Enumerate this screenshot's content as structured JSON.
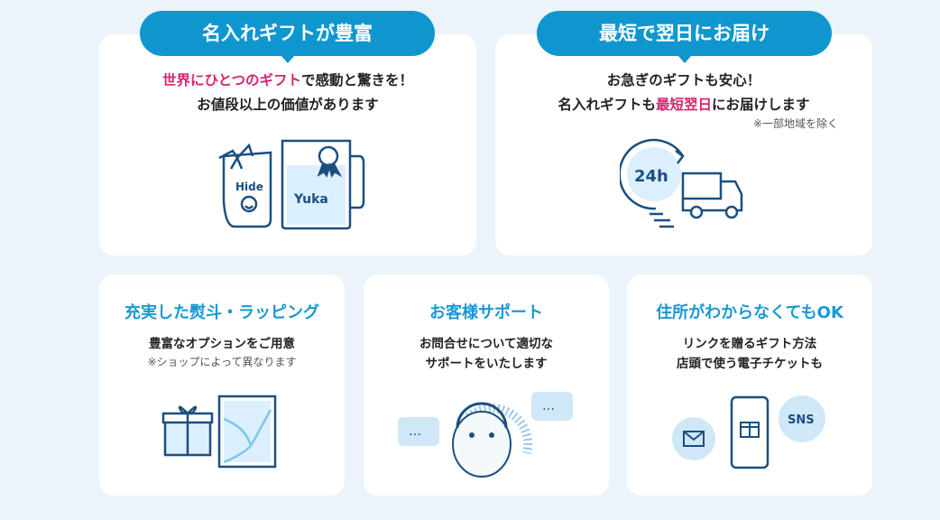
{
  "top_cards": [
    {
      "pill": "名入れギフトが豊富",
      "line1_highlight": "世界にひとつのギフト",
      "line1_rest": "で感動と驚きを！",
      "line2": "お値段以上の価値があります",
      "mug_names": [
        "Hide",
        "Yuka"
      ]
    },
    {
      "pill": "最短で翌日にお届け",
      "line1": "お急ぎのギフトも安心！",
      "line2_pre": "名入れギフトも",
      "line2_highlight": "最短翌日",
      "line2_post": "にお届けします",
      "note": "※一部地域を除く",
      "badge": "24h"
    }
  ],
  "bottom_cards": [
    {
      "title": "充実した熨斗・ラッピング",
      "line1": "豊富なオプションをご用意",
      "note": "※ショップによって異なります"
    },
    {
      "title": "お客様サポート",
      "line1": "お問合せについて適切な",
      "line2": "サポートをいたします",
      "bubble": "…"
    },
    {
      "title": "住所がわからなくてもOK",
      "line1": "リンクを贈るギフト方法",
      "line2": "店頭で使う電子チケットも",
      "sns": "SNS"
    }
  ],
  "colors": {
    "accent": "#0f96cf",
    "highlight": "#d6246e",
    "line": "#1b4f80"
  }
}
